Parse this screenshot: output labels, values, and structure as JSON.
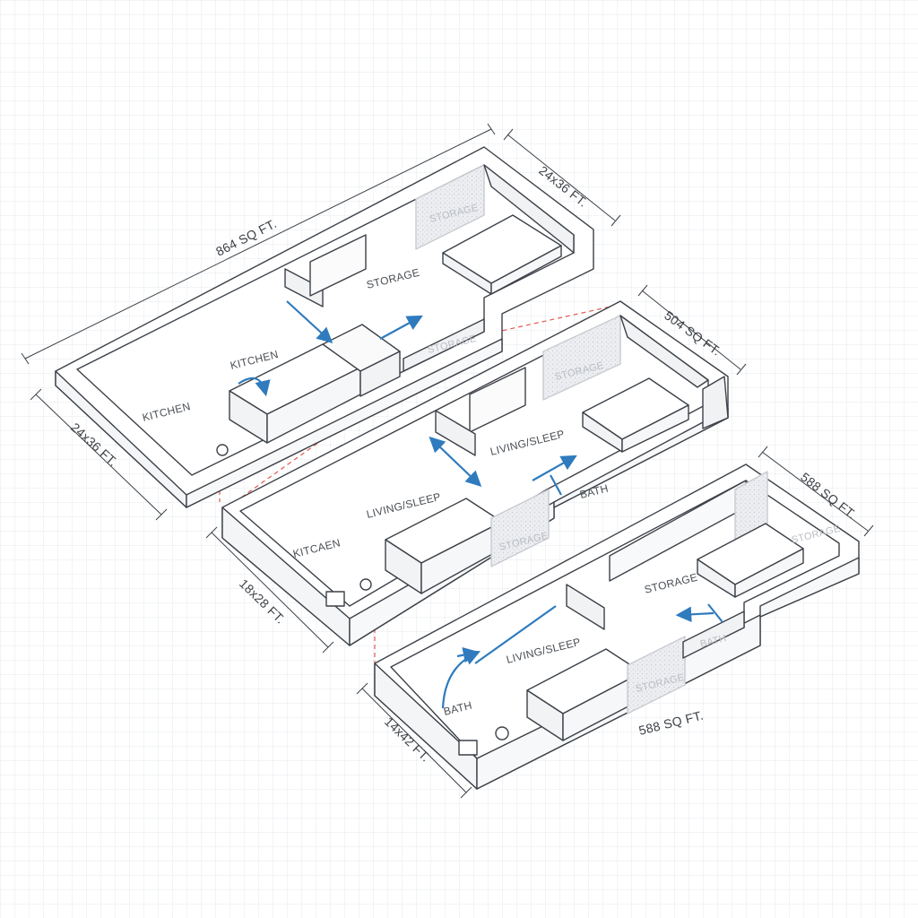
{
  "colors": {
    "wall_line": "#3c4148",
    "grid": "#e6e9ee",
    "accent_arrow": "#2f7bbd",
    "guide_dash": "#e05a4e",
    "texture_fill": "#e7e9ec"
  },
  "plans": [
    {
      "area": "864 SQ FT.",
      "size": "24x36 FT.",
      "size_top": "24x36 FT.",
      "rooms": {
        "kitchen_a": "KITCHEN",
        "kitchen_b": "KITCHEN",
        "storage": "STORAGE",
        "storage_tex": "STORAGE",
        "storage_small": "STORAGE"
      }
    },
    {
      "area": "504 SQ FT.",
      "size": "18x28 FT.",
      "rooms": {
        "kitchen": "KITCAEN",
        "living_a": "LIVING/SLEEP",
        "living_b": "LIVING/SLEEP",
        "bath": "BATH",
        "storage_tex": "STORAGE",
        "storage_tex2": "STORAGE"
      }
    },
    {
      "area": "588 SQ FT.",
      "area_bottom": "588 SQ FT.",
      "size": "14x42 FT.",
      "rooms": {
        "storage": "STORAGE",
        "living": "LIVING/SLEEP",
        "bath": "BATH",
        "bath_small": "BATH",
        "storage_tex": "STORAGE",
        "storage_tex2": "STORAGE"
      }
    }
  ]
}
